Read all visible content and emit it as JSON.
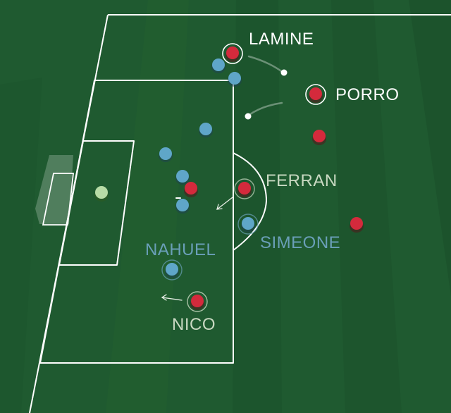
{
  "colors": {
    "team_home": "#d42a3c",
    "team_away": "#5fa6c8",
    "goalkeeper": "#b7dca6",
    "label_primary": "#ffffff",
    "label_muted": "#c9d9c2",
    "label_blue": "#6a9fb8"
  },
  "players": {
    "lamine": {
      "name": "LAMINE",
      "team": "home",
      "highlighted": true
    },
    "porro": {
      "name": "PORRO",
      "team": "home",
      "highlighted": true
    },
    "ferran": {
      "name": "FERRAN",
      "team": "home",
      "highlighted": true
    },
    "simeone": {
      "name": "SIMEONE",
      "team": "away",
      "highlighted": true
    },
    "nahuel": {
      "name": "NAHUEL",
      "team": "away",
      "highlighted": true
    },
    "nico": {
      "name": "NICO",
      "team": "home",
      "highlighted": true
    }
  }
}
